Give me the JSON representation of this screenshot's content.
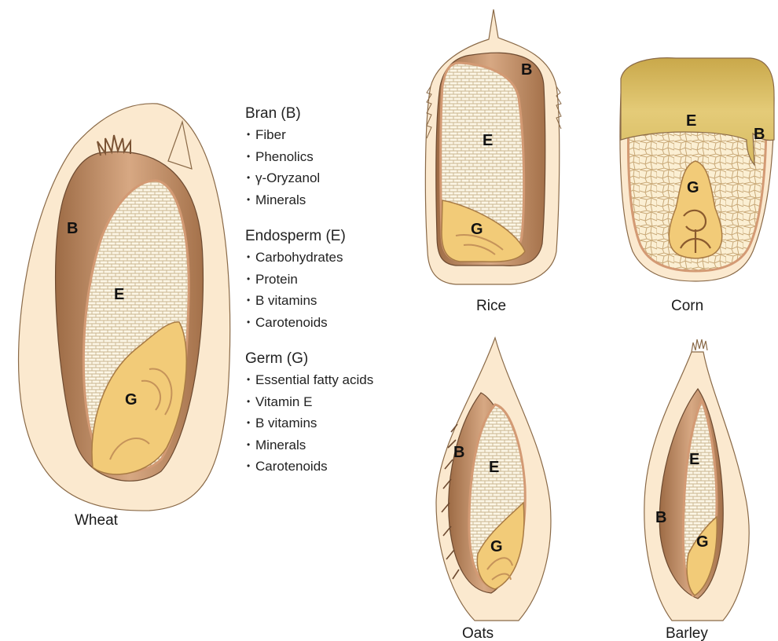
{
  "legend": [
    {
      "heading": "Bran (B)",
      "items": [
        "Fiber",
        "Phenolics",
        "γ-Oryzanol",
        "Minerals"
      ]
    },
    {
      "heading": "Endosperm (E)",
      "items": [
        "Carbohydrates",
        "Protein",
        "B vitamins",
        "Carotenoids"
      ]
    },
    {
      "heading": "Germ (G)",
      "items": [
        "Essential fatty acids",
        "Vitamin E",
        "B vitamins",
        "Minerals",
        "Carotenoids"
      ]
    }
  ],
  "grains": {
    "wheat": {
      "caption": "Wheat",
      "bran": "B",
      "endosperm": "E",
      "germ": "G"
    },
    "rice": {
      "caption": "Rice",
      "bran": "B",
      "endosperm": "E",
      "germ": "G"
    },
    "corn": {
      "caption": "Corn",
      "bran": "B",
      "endosperm": "E",
      "germ": "G"
    },
    "oats": {
      "caption": "Oats",
      "bran": "B",
      "endosperm": "E",
      "germ": "G"
    },
    "barley": {
      "caption": "Barley",
      "bran": "B",
      "endosperm": "E",
      "germ": "G"
    }
  },
  "colors": {
    "husk": "#fbe9cf",
    "husk_outline": "#8a6a48",
    "bran": "#b07a50",
    "bran_light": "#e8c3a0",
    "endosperm": "#fcf6e6",
    "cell_line": "#c9b48e",
    "germ": "#f2cb78",
    "germ_swirl": "#c5935a",
    "corn_cap": "#d6b855"
  }
}
